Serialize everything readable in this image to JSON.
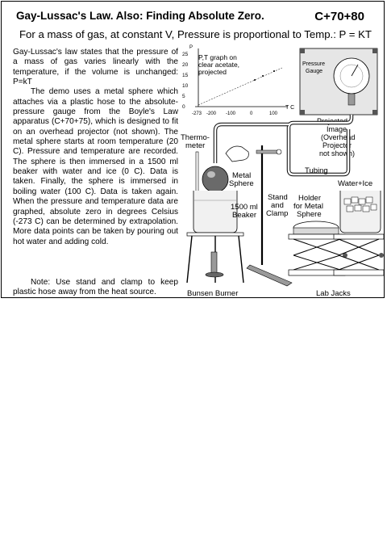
{
  "header": {
    "title": "Gay-Lussac's Law.   Also: Finding Absolute Zero.",
    "code": "C+70+80",
    "subtitle": "For a mass of gas, at constant V, Pressure is proportional to Temp.:  P = KT"
  },
  "body": {
    "paragraph1": "Gay-Lussac's law states that the pressure of a mass of gas varies linearly with the temperature, if the volume is unchanged: P=kT",
    "paragraph2": "The demo uses a metal sphere which attaches via a plastic hose to the absolute-pressure gauge from the Boyle's Law apparatus (C+70+75), which is designed to fit on an overhead projector (not shown). The metal sphere starts at room temperature (20 C). Pressure and temperature are recorded. The sphere is then immersed in a 1500 ml beaker with water and ice (0 C). Data is taken. Finally, the sphere is immersed in boiling water (100 C). Data is taken again.  When the pressure and temperature data are graphed, absolute zero in degrees Celsius (-273 C) can be determined by extrapolation. More data points can be taken by pouring out hot water and adding cold.",
    "note": "Note: Use stand and clamp to keep plastic hose away from the heat source."
  },
  "graph": {
    "y_axis_label": "P",
    "x_axis_label": "T C",
    "caption": [
      "P,T graph on",
      "clear acetate,",
      "projected"
    ],
    "y_ticks": [
      "25",
      "20",
      "15",
      "10",
      "5",
      "0"
    ],
    "x_ticks": [
      "-273",
      "-200",
      "-100",
      "0",
      "100"
    ]
  },
  "labels": {
    "pressure_gauge": [
      "Pressure",
      "Gauge"
    ],
    "projected_image": [
      "Projected",
      "Image",
      "(Overhead",
      "Projector",
      "not shown)"
    ],
    "tubing": "Tubing",
    "thermometer": [
      "Thermo-",
      "meter"
    ],
    "metal_sphere": [
      "Metal",
      "Sphere"
    ],
    "beaker": [
      "1500 ml",
      "Beaker"
    ],
    "stand_clamp": [
      "Stand",
      "and",
      "Clamp"
    ],
    "holder": [
      "Holder",
      "for Metal",
      "Sphere"
    ],
    "water_ice": "Water+Ice",
    "bunsen_burner": "Bunsen Burner",
    "lab_jacks": "Lab Jacks"
  }
}
